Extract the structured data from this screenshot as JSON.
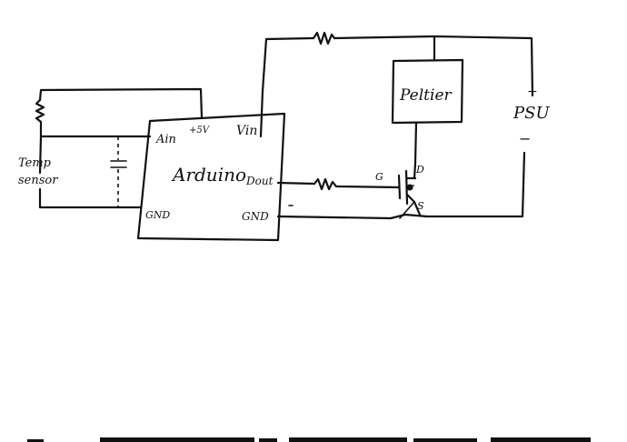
{
  "labels": {
    "peltier": "Peltier",
    "psu": "PSU",
    "psu_plus": "+",
    "psu_minus": "−",
    "temp_sensor_line1": "Temp",
    "temp_sensor_line2": "sensor",
    "arduino": "Arduino",
    "pin_ain": "Ain",
    "pin_5v": "+5V",
    "pin_vin": "Vin",
    "pin_dout": "Dout",
    "pin_gnd_left": "GND",
    "pin_gnd_right": "GND",
    "mosfet_gate": "G",
    "mosfet_drain": "D",
    "mosfet_source": "S"
  },
  "colors": {
    "ink": "#111111",
    "paper": "#ffffff"
  }
}
